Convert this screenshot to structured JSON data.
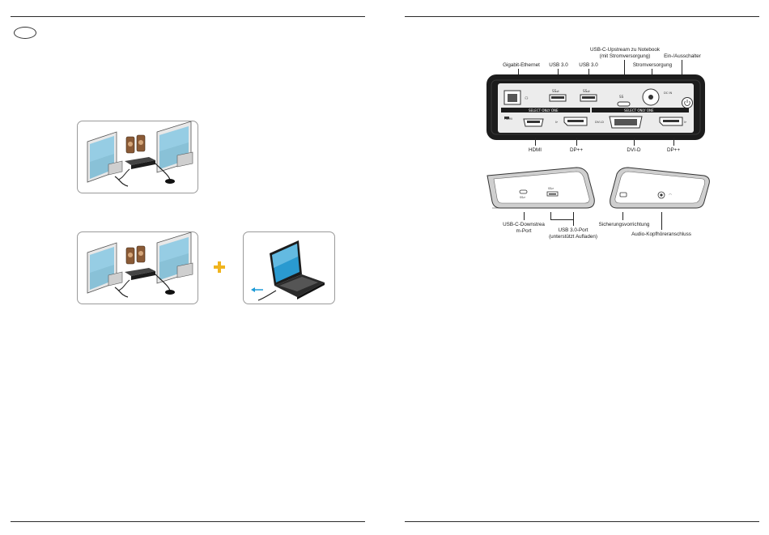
{
  "page_left": {
    "lang_badge": ""
  },
  "page_right": {
    "rear_labels": {
      "usb_c_upstream_line1": "USB-C-Upstream zu Notebook",
      "usb_c_upstream_line2": "(mit Stromversorgung)",
      "gigabit_ethernet": "Gigabit-Ethernet",
      "usb30_a": "USB 3.0",
      "usb30_b": "USB 3.0",
      "power_supply": "Stromversorgung",
      "power_switch": "Ein-/Ausschalter",
      "hdmi": "HDMI",
      "dp1": "DP++",
      "dvi": "DVI-D",
      "dp2": "DP++"
    },
    "device_print": {
      "select_only_one_left": "SELECT ONLY ONE",
      "select_only_one_right": "SELECT ONLY ONE",
      "port_hdmi": "HDMI",
      "port_dvi": "DVI-D",
      "port_dc": "DC IN",
      "port_usbc": "SS"
    },
    "side_labels": {
      "usb_c_downstream_line1": "USB-C-Downstrea",
      "usb_c_downstream_line2": "m-Port",
      "usb30_port_line1": "USB 3.0-Port",
      "usb30_port_line2": "(unterstützt Aufladen)",
      "security_slot": "Sicherungsvorrichtung",
      "audio_jack": "Audio-Kopfhöreranschluss"
    }
  },
  "colors": {
    "rule": "#2a2a2a",
    "panel_border": "#9a9a9a",
    "plus": "#f0b41e",
    "arrow": "#1e9bd7",
    "screen": "#3aa0c8",
    "monitor": "#d8d8d8",
    "device": "#1c1c1c"
  }
}
